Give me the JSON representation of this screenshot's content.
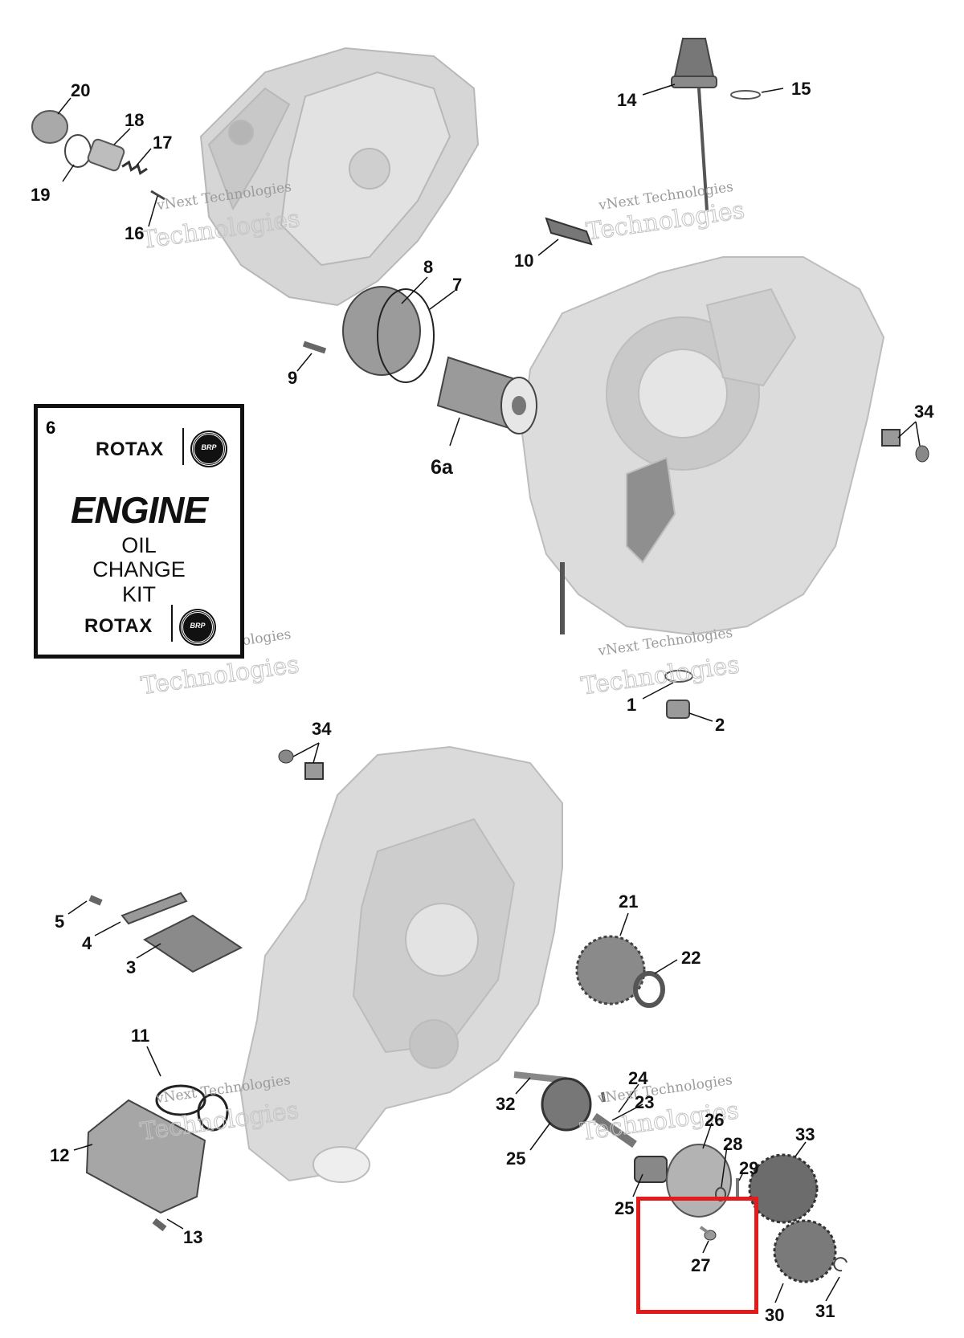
{
  "callouts": {
    "c1": "1",
    "c2": "2",
    "c3": "3",
    "c4": "4",
    "c5": "5",
    "c6a": "6a",
    "c7": "7",
    "c8": "8",
    "c9": "9",
    "c10": "10",
    "c11": "11",
    "c12": "12",
    "c13": "13",
    "c14": "14",
    "c15": "15",
    "c16": "16",
    "c17": "17",
    "c18": "18",
    "c19": "19",
    "c20": "20",
    "c21": "21",
    "c22": "22",
    "c23": "23",
    "c24": "24",
    "c25a": "25",
    "c25b": "25",
    "c26": "26",
    "c27": "27",
    "c28": "28",
    "c29": "29",
    "c30": "30",
    "c31": "31",
    "c32": "32",
    "c33": "33",
    "c34a": "34",
    "c34b": "34"
  },
  "kit": {
    "number": "6",
    "brand": "ROTAX",
    "badge": "BRP",
    "title": "ENGINE",
    "line1": "OIL",
    "line2": "CHANGE",
    "line3": "KIT"
  },
  "watermark": {
    "line1": "vNext Technologies",
    "line2": "Technologies",
    "line3": "vNext"
  },
  "colors": {
    "highlight": "#e31b1b",
    "part_gray": "#bdbdbd",
    "outline": "#111111"
  }
}
